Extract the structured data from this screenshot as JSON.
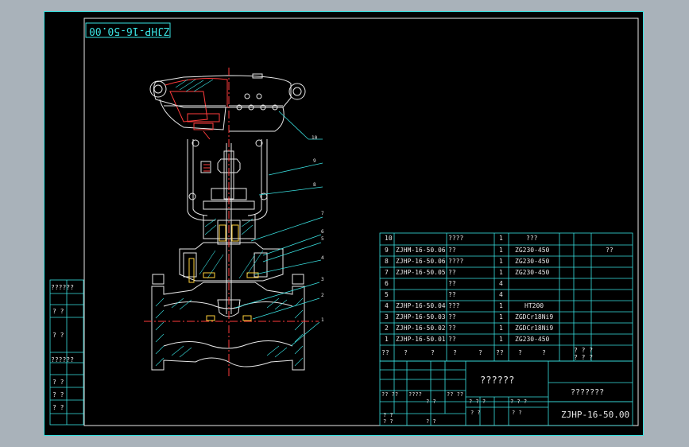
{
  "drawing_code_rotated": "ZJHP-16-50.00",
  "leader_labels": [
    "10",
    "9",
    "8",
    "7",
    "6",
    "5",
    "4",
    "3",
    "2",
    "1"
  ],
  "left_strip": [
    "??????",
    "?   ?",
    "?   ?",
    "??????",
    "?   ?",
    "?   ?",
    "?   ?"
  ],
  "bom": {
    "header_no": "10",
    "header_name": "????",
    "header_qty": "1",
    "header_mat": "???",
    "rows": [
      {
        "no": "9",
        "code": "ZJHM-16-50.06",
        "name": "??",
        "qty": "1",
        "mat": "ZG230-450",
        "note": "??"
      },
      {
        "no": "8",
        "code": "ZJHP-16-50.06",
        "name": "????",
        "qty": "1",
        "mat": "ZG230-450",
        "note": ""
      },
      {
        "no": "7",
        "code": "ZJHP-16-50.05",
        "name": "??",
        "qty": "1",
        "mat": "ZG230-450",
        "note": ""
      },
      {
        "no": "6",
        "code": "",
        "name": "??",
        "qty": "4",
        "mat": "",
        "note": ""
      },
      {
        "no": "5",
        "code": "",
        "name": "??",
        "qty": "4",
        "mat": "",
        "note": ""
      },
      {
        "no": "4",
        "code": "ZJHP-16-50.04",
        "name": "???",
        "qty": "1",
        "mat": "HT200",
        "note": ""
      },
      {
        "no": "3",
        "code": "ZJHP-16-50.03",
        "name": "??",
        "qty": "1",
        "mat": "ZGDCr18Ni9",
        "note": ""
      },
      {
        "no": "2",
        "code": "ZJHP-16-50.02",
        "name": "??",
        "qty": "1",
        "mat": "ZGDCr18Ni9",
        "note": ""
      },
      {
        "no": "1",
        "code": "ZJHP-16-50.01",
        "name": "??",
        "qty": "1",
        "mat": "ZG230-450",
        "note": ""
      }
    ],
    "footer": [
      "??",
      "?",
      "?",
      "?",
      "?",
      "??",
      "?",
      "?",
      "? ? ?",
      "? ? ?"
    ]
  },
  "title_block": {
    "title": "??????",
    "company": "???????",
    "drawing_no": "ZJHP-16-50.00",
    "small_labels": [
      "?? ??",
      "????",
      "?? ??",
      "? ?",
      "? ?",
      "? ? ?",
      "? ? ?",
      "? ?",
      "? ?",
      "? ?",
      "? ?"
    ]
  }
}
